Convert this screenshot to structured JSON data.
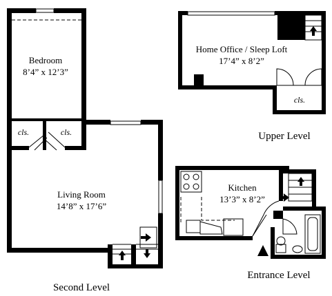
{
  "colors": {
    "wall": "#000000",
    "background": "#ffffff"
  },
  "second_level": {
    "label": "Second Level",
    "bedroom": {
      "name": "Bedroom",
      "dims": "8’4” x 12’3”"
    },
    "closet_left": "cls.",
    "closet_right": "cls.",
    "living_room": {
      "name": "Living Room",
      "dims": "14’8” x 17’6”"
    }
  },
  "upper_level": {
    "label": "Upper Level",
    "office": {
      "name": "Home Office / Sleep Loft",
      "dims": "17’4” x 8’2”"
    },
    "closet": "cls."
  },
  "entrance_level": {
    "label": "Entrance Level",
    "kitchen": {
      "name": "Kitchen",
      "dims": "13’3” x 8’2”"
    }
  },
  "icons": [
    "stair-up-arrow-icon",
    "stair-down-arrow-icon",
    "entry-triangle-icon",
    "stove-icon",
    "sink-icon",
    "toilet-icon",
    "bathtub-icon",
    "door-swing-icon"
  ]
}
